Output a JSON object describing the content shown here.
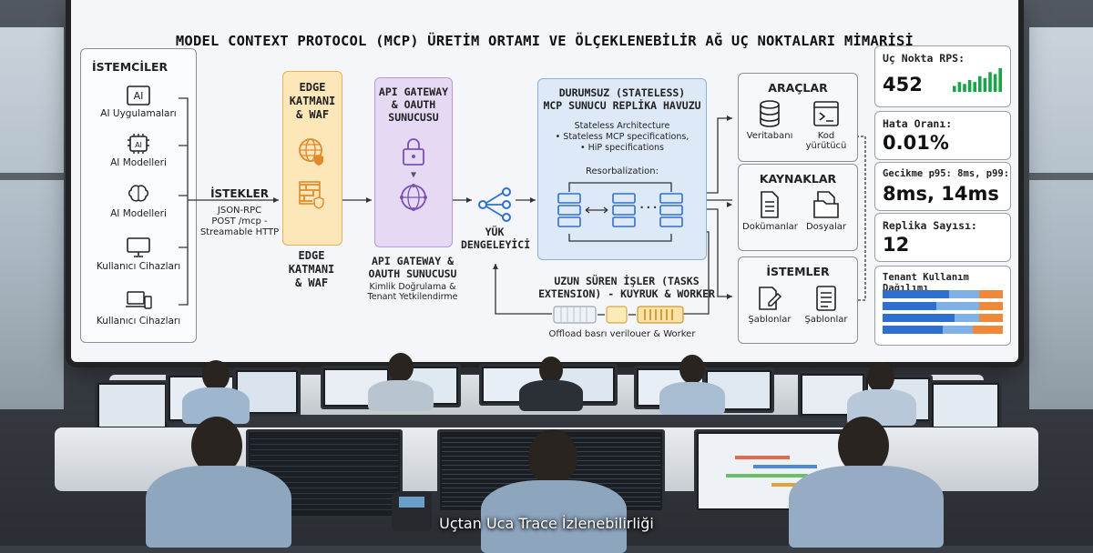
{
  "title": "MODEL CONTEXT PROTOCOL (MCP) ÜRETİM ORTAMI VE ÖLÇEKLENEBİLİR AĞ UÇ NOKTALARI MİMARİSİ",
  "clients": {
    "heading": "İSTEMCİLER",
    "items": [
      "AI Uygulamaları",
      "AI Modelleri",
      "AI Modelleri",
      "Kullanıcı Cihazları",
      "Kullanıcı Cihazları"
    ]
  },
  "requests": {
    "heading": "İSTEKLER",
    "lines": [
      "JSON-RPC",
      "POST /mcp -",
      "Streamable HTTP"
    ]
  },
  "edge": {
    "top_lines": [
      "EDGE",
      "KATMANI",
      "& WAF"
    ],
    "bottom_lines": [
      "EDGE",
      "KATMANI",
      "& WAF"
    ]
  },
  "gateway": {
    "top_lines": [
      "API GATEWAY",
      "& OAUTH",
      "SUNUCUSU"
    ],
    "bottom_lines": [
      "API GATEWAY &",
      "OAUTH SUNUCUSU"
    ],
    "sub_lines": [
      "Kimlik Doğrulama &",
      "Tenant Yetkilendirme"
    ]
  },
  "load_balancer": {
    "lines": [
      "YÜK",
      "DENGELEYİCİ"
    ]
  },
  "pool": {
    "heading_lines": [
      "DURUMSUZ (STATELESS)",
      "MCP SUNUCU REPLİKA HAVUZU"
    ],
    "desc_lines": [
      "Stateless Architecture",
      "• Stateless MCP specifications,",
      "• HiP specifications"
    ],
    "resort_label": "Resorbalization:",
    "dots": "···"
  },
  "tasks": {
    "heading_lines": [
      "UZUN SÜREN İŞLER (TASKS",
      "EXTENSION) - KUYRUK & WORKER"
    ],
    "caption": "Offload basrı verilouer & Worker"
  },
  "tools": {
    "heading": "ARAÇLAR",
    "items": [
      "Veritabanı",
      "Kod yürütücü"
    ]
  },
  "resources": {
    "heading": "KAYNAKLAR",
    "items": [
      "Dokümanlar",
      "Dosyalar"
    ]
  },
  "prompts": {
    "heading": "İSTEMLER",
    "items": [
      "Şablonlar",
      "Şablonlar"
    ]
  },
  "metrics": {
    "rps": {
      "label": "Uç Nokta RPS:",
      "value": "452",
      "spark": [
        3,
        5,
        4,
        6,
        5,
        8,
        7,
        10,
        9,
        12
      ]
    },
    "error": {
      "label": "Hata Oranı:",
      "value": "0.01%"
    },
    "latency": {
      "label": "Gecikme p95: 8ms, p99:",
      "value": "8ms,  14ms"
    },
    "replicas": {
      "label": "Replika Sayısı:",
      "value": "12"
    },
    "tenant": {
      "label": "Tenant Kullanım Dağılımı",
      "bars": [
        [
          0.55,
          0.25,
          0.2
        ],
        [
          0.45,
          0.35,
          0.2
        ],
        [
          0.6,
          0.2,
          0.2
        ],
        [
          0.5,
          0.25,
          0.25
        ]
      ]
    }
  },
  "colors": {
    "bar_a": "#2f6fd0",
    "bar_b": "#7fb0e6",
    "bar_c": "#f0883a",
    "spark": "#1aa34a"
  },
  "caption": "Uçtan Uca Trace İzlenebilirliği"
}
